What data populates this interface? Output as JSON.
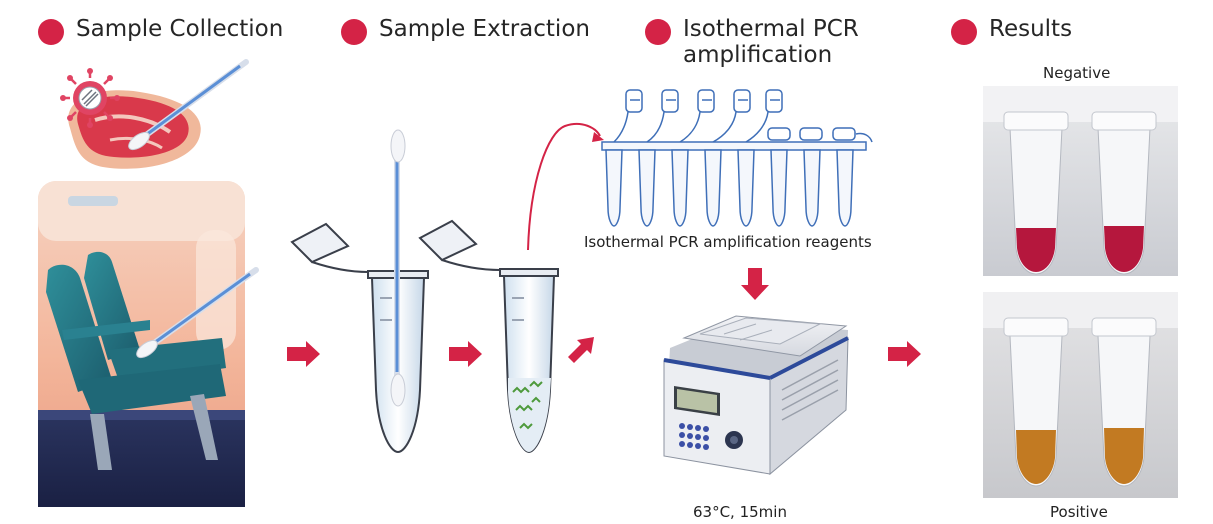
{
  "steps": [
    {
      "label": "Sample Collection"
    },
    {
      "label": "Sample Extraction"
    },
    {
      "label": "Isothermal PCR amplification"
    },
    {
      "label": "Results"
    }
  ],
  "captions": {
    "reagents": "Isothermal PCR amplification reagents",
    "condition": "63°C, 15min",
    "negative": "Negative",
    "positive": "Positive"
  },
  "colors": {
    "accent": "#d42346",
    "negative_solution": "#b5173d",
    "positive_solution": "#c27a22",
    "swab_stick": "#5b8fd6",
    "tube_blue": "#3f6fb8"
  },
  "icons": [
    "meat-icon",
    "virus-icon",
    "swab-icon",
    "airplane-seat-icon",
    "tube-icon",
    "pcr-strip-icon",
    "thermocycler-icon",
    "arrow-icon"
  ]
}
